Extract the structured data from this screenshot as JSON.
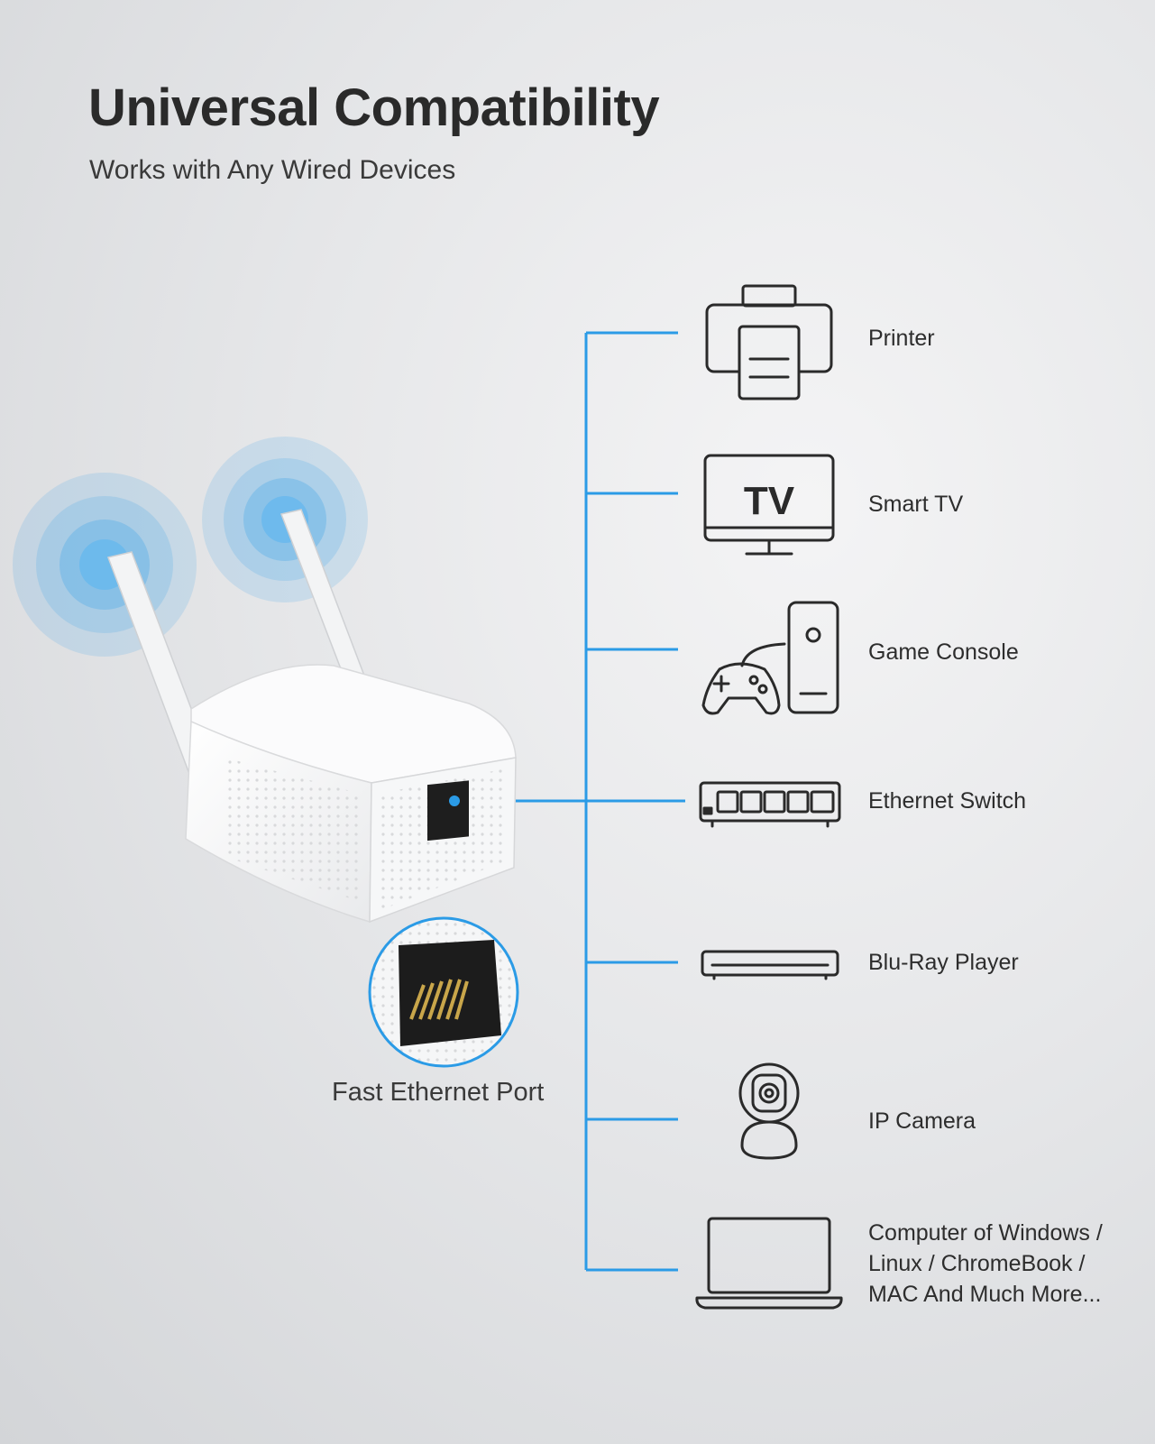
{
  "header": {
    "title": "Universal Compatibility",
    "subtitle": "Works with Any Wired Devices"
  },
  "product": {
    "port_label": "Fast Ethernet Port"
  },
  "devices": [
    {
      "label": "Printer",
      "icon": "printer-icon"
    },
    {
      "label": "Smart TV",
      "icon": "tv-icon",
      "icon_text": "TV"
    },
    {
      "label": "Game Console",
      "icon": "game-console-icon"
    },
    {
      "label": "Ethernet Switch",
      "icon": "ethernet-switch-icon"
    },
    {
      "label": "Blu-Ray Player",
      "icon": "blu-ray-player-icon"
    },
    {
      "label": "IP Camera",
      "icon": "ip-camera-icon"
    },
    {
      "label": "Computer of Windows /\nLinux / ChromeBook /\nMAC And Much More...",
      "icon": "laptop-icon"
    }
  ],
  "colors": {
    "accent": "#2b9be6",
    "text": "#2a2a2a",
    "background": "#e6e7e9"
  }
}
